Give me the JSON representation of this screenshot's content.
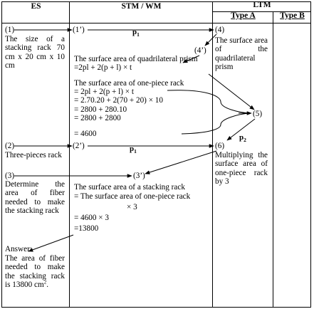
{
  "headers": {
    "es": "ES",
    "stm": "STM / WM",
    "ltm": "LTM",
    "type_a": "Type A",
    "type_b": "Type B"
  },
  "nodes": {
    "n1": "(1)",
    "n1p": "(1’)",
    "n2": "(2)",
    "n2p": "(2’)",
    "n3": "(3)",
    "n3p": "(3’)",
    "n4": "(4)",
    "n4p": "(4’)",
    "n5": "(5)",
    "n6": "(6)"
  },
  "edge_labels": {
    "p1a": "p",
    "p1a_sub": "1",
    "p1b": "p",
    "p1b_sub": "1",
    "p2": "p",
    "p2_sub": "2"
  },
  "es": {
    "block1": "The size of a stacking rack 70 cm x 20 cm x 10 cm",
    "block2": "Three-pieces rack",
    "block3": "Determine the area of fiber needed to make the stacking rack",
    "answer_label": "Answer:",
    "answer_text": "The area of fiber needed to make the stacking rack is 13800 cm",
    "answer_sup": "2",
    "answer_end": "."
  },
  "stm": {
    "line1": "The surface area of quadrilateral prism =2pl + 2(p + l) × t",
    "line2": "The surface area of one-piece rack",
    "line3": "= 2pl + 2(p + l) × t",
    "line4": "= 2.70.20 + 2(70 + 20) × 10",
    "line5": "= 2800 + 280.10",
    "line6": "= 2800 + 2800",
    "line7": "= 4600",
    "block2_line1": "The surface area of a stacking rack",
    "block2_line2": "= The surface area of one-piece rack",
    "block2_line2b": "× 3",
    "block2_line3": "= 4600 × 3",
    "block2_line4": "=13800"
  },
  "ltm": {
    "a1": "The surface area of the quadrilateral prism",
    "a2": "Multiplying the surface area of one-piece rack by 3"
  }
}
